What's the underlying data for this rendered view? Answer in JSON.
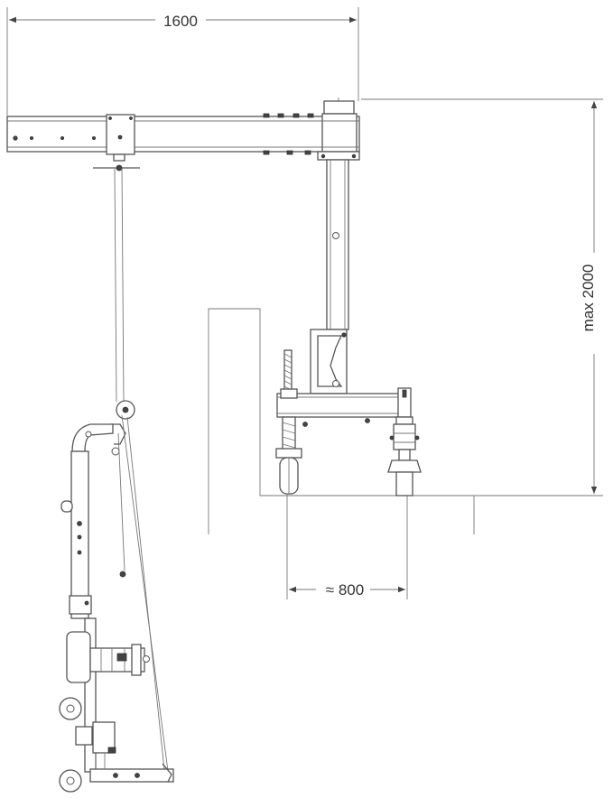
{
  "dimensions": {
    "width": "1600",
    "height": "max 2000",
    "base": "≈ 800"
  },
  "colors": {
    "line": "#555555",
    "text": "#333333"
  }
}
